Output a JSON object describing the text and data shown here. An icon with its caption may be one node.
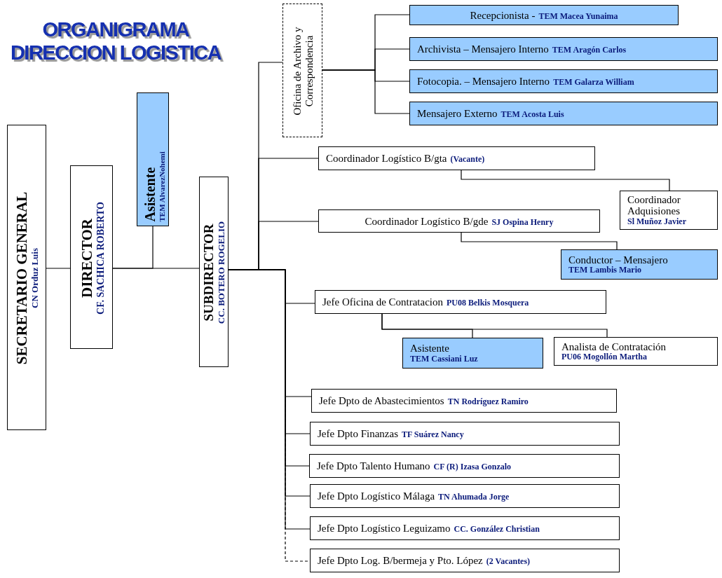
{
  "diagram": {
    "title": "ORGANIGRAMA DIRECCION LOGISTICA",
    "nodes": [
      {
        "text": [
          "SECRETARIO GENERAL",
          "CN Orduz Luis"
        ]
      },
      {
        "text": [
          "DIRECTOR",
          "CF. SACHICA ROBERTO"
        ]
      },
      {
        "text": [
          "Asistente",
          "TEM AlvarezNohemi"
        ]
      },
      {
        "text": [
          "SUBDIRECTOR",
          "CC. BOTERO ROGELIO"
        ]
      },
      {
        "text": [
          "Oficina de Archivo y Correspondencia"
        ]
      },
      {
        "text": [
          "Recepcionista -",
          "TEM Macea Yunaima"
        ]
      },
      {
        "text": [
          "Archivista – Mensajero Interno",
          "TEM Aragón Carlos"
        ]
      },
      {
        "text": [
          "Fotocopia. – Mensajero Interno",
          "TEM Galarza William"
        ]
      },
      {
        "text": [
          "Mensajero Externo",
          "TEM Acosta Luis"
        ]
      },
      {
        "text": [
          "Coordinador Logístico B/gta",
          "(Vacante)"
        ]
      },
      {
        "text": [
          "Coordinador Adquisiones",
          "Sl Muñoz Javier"
        ]
      },
      {
        "text": [
          "Coordinador Logístico B/gde",
          "SJ Ospina Henry"
        ]
      },
      {
        "text": [
          "Conductor – Mensajero",
          "TEM Lambis Mario"
        ]
      },
      {
        "text": [
          "Jefe Oficina de Contratacion",
          "PU08 Belkis Mosquera"
        ]
      },
      {
        "text": [
          "Asistente",
          "TEM Cassiani Luz"
        ]
      },
      {
        "text": [
          "Analista de Contratación",
          "PU06 Mogollón Martha"
        ]
      },
      {
        "text": [
          "Jefe Dpto de Abastecimientos",
          "TN Rodríguez Ramiro"
        ]
      },
      {
        "text": [
          "Jefe Dpto Finanzas",
          "TF Suárez Nancy"
        ]
      },
      {
        "text": [
          "Jefe Dpto Talento Humano",
          "CF (R) Izasa Gonzalo"
        ]
      },
      {
        "text": [
          "Jefe Dpto Logístico Málaga",
          "TN Ahumada Jorge"
        ]
      },
      {
        "text": [
          "Jefe Dpto Logístico Leguizamo",
          "CC. González Christian"
        ]
      },
      {
        "text": [
          "Jefe Dpto Log. B/bermeja y Pto. López",
          "(2 Vacantes)"
        ]
      }
    ],
    "edges": [
      {
        "from": 0,
        "to": 1,
        "arrow": "none"
      },
      {
        "from": 1,
        "to": 3,
        "arrow": "none"
      },
      {
        "from": 1,
        "to": 2,
        "arrow": "none"
      },
      {
        "from": 3,
        "to": 4,
        "arrow": "none"
      },
      {
        "from": 3,
        "to": 9,
        "arrow": "none"
      },
      {
        "from": 3,
        "to": 11,
        "arrow": "none"
      },
      {
        "from": 3,
        "to": 13,
        "arrow": "none"
      },
      {
        "from": 3,
        "to": 16,
        "arrow": "none"
      },
      {
        "from": 3,
        "to": 17,
        "arrow": "none"
      },
      {
        "from": 3,
        "to": 18,
        "arrow": "none"
      },
      {
        "from": 3,
        "to": 19,
        "arrow": "none"
      },
      {
        "from": 3,
        "to": 20,
        "arrow": "none"
      },
      {
        "from": 3,
        "to": 21,
        "arrow": "none",
        "style": "dashed"
      },
      {
        "from": 4,
        "to": 5,
        "arrow": "none"
      },
      {
        "from": 4,
        "to": 6,
        "arrow": "none"
      },
      {
        "from": 4,
        "to": 7,
        "arrow": "none"
      },
      {
        "from": 4,
        "to": 8,
        "arrow": "none"
      },
      {
        "from": 9,
        "to": 10,
        "arrow": "none"
      },
      {
        "from": 11,
        "to": 12,
        "arrow": "none"
      },
      {
        "from": 13,
        "to": 14,
        "arrow": "none"
      },
      {
        "from": 13,
        "to": 15,
        "arrow": "none"
      }
    ]
  }
}
